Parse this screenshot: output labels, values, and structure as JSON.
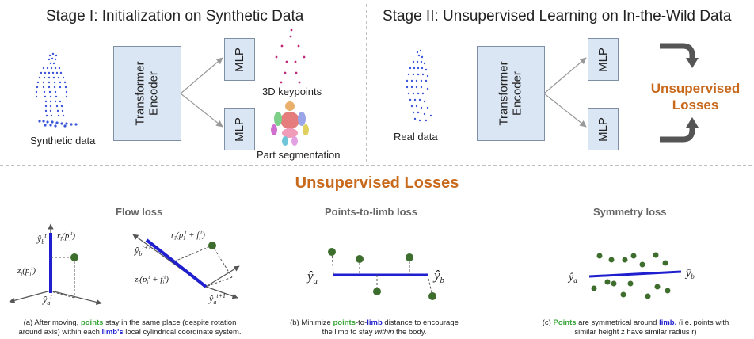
{
  "stage1": {
    "title": "Stage I: Initialization on Synthetic Data",
    "input_label": "Synthetic data",
    "encoder": [
      "Transformer",
      "Encoder"
    ],
    "mlp_top": "MLP",
    "mlp_bottom": "MLP",
    "output_top": "3D keypoints",
    "output_bottom": "Part segmentation"
  },
  "stage2": {
    "title": "Stage II: Unsupervised Learning on In-the-Wild Data",
    "input_label": "Real data",
    "encoder": [
      "Transformer",
      "Encoder"
    ],
    "mlp_top": "MLP",
    "mlp_bottom": "MLP",
    "losses": [
      "Unsupervised",
      "Losses"
    ]
  },
  "losses_section": {
    "title": "Unsupervised Losses",
    "flow": {
      "subtitle": "Flow loss",
      "caption_1": "(a) After moving, ",
      "caption_points": "points",
      "caption_2": " stay in the same place (despite rotation",
      "caption_3": "around axis) within each ",
      "caption_limbs": "limb's",
      "caption_4": " local cylindrical coordinate system."
    },
    "points_to_limb": {
      "subtitle": "Points-to-limb loss",
      "caption_1": "(b) Minimize ",
      "caption_points": "points",
      "caption_2": "-to-",
      "caption_limb": "limb",
      "caption_3": " distance to encourage",
      "caption_4": "the limb to stay ",
      "caption_within": "within",
      "caption_5": " the body."
    },
    "symmetry": {
      "subtitle": "Symmetry loss",
      "caption_1": "(c) ",
      "caption_points": "Points",
      "caption_2": " are symmetrical around ",
      "caption_limb": "limb.",
      "caption_3": " (i.e. points with",
      "caption_4": "similar height z have similar radius r)"
    }
  },
  "colors": {
    "encoder_fill": "#dbe6f4",
    "accent_orange": "#c8691c",
    "limb_blue": "#1f1fcf",
    "point_green": "#3e6e2e",
    "caption_green": "#3aa53a"
  }
}
